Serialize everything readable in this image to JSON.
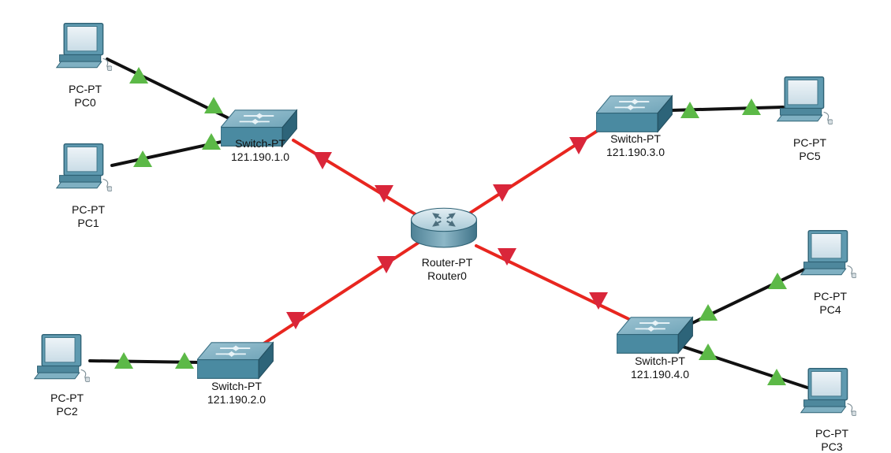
{
  "colors": {
    "link_up": "#111111",
    "link_down": "#e8261f",
    "status_up": "#5cb947",
    "status_down": "#d9263a",
    "device_blue": "#4a90a8"
  },
  "devices": {
    "pc0": {
      "type_label": "PC-PT",
      "name": "PC0",
      "icon": "pc-icon"
    },
    "pc1": {
      "type_label": "PC-PT",
      "name": "PC1",
      "icon": "pc-icon"
    },
    "pc2": {
      "type_label": "PC-PT",
      "name": "PC2",
      "icon": "pc-icon"
    },
    "pc3": {
      "type_label": "PC-PT",
      "name": "PC3",
      "icon": "pc-icon"
    },
    "pc4": {
      "type_label": "PC-PT",
      "name": "PC4",
      "icon": "pc-icon"
    },
    "pc5": {
      "type_label": "PC-PT",
      "name": "PC5",
      "icon": "pc-icon"
    },
    "switch1": {
      "type_label": "Switch-PT",
      "name": "121.190.1.0",
      "icon": "switch-icon"
    },
    "switch2": {
      "type_label": "Switch-PT",
      "name": "121.190.2.0",
      "icon": "switch-icon"
    },
    "switch3": {
      "type_label": "Switch-PT",
      "name": "121.190.3.0",
      "icon": "switch-icon"
    },
    "switch4": {
      "type_label": "Switch-PT",
      "name": "121.190.4.0",
      "icon": "switch-icon"
    },
    "router0": {
      "type_label": "Router-PT",
      "name": "Router0",
      "icon": "router-icon"
    }
  },
  "links": [
    {
      "from": "pc0",
      "to": "switch1",
      "status": "up"
    },
    {
      "from": "pc1",
      "to": "switch1",
      "status": "up"
    },
    {
      "from": "pc2",
      "to": "switch2",
      "status": "up"
    },
    {
      "from": "switch1",
      "to": "router0",
      "status": "down"
    },
    {
      "from": "switch2",
      "to": "router0",
      "status": "down"
    },
    {
      "from": "router0",
      "to": "switch3",
      "status": "down"
    },
    {
      "from": "router0",
      "to": "switch4",
      "status": "down"
    },
    {
      "from": "switch3",
      "to": "pc5",
      "status": "up"
    },
    {
      "from": "switch4",
      "to": "pc4",
      "status": "up"
    },
    {
      "from": "switch4",
      "to": "pc3",
      "status": "up"
    }
  ]
}
